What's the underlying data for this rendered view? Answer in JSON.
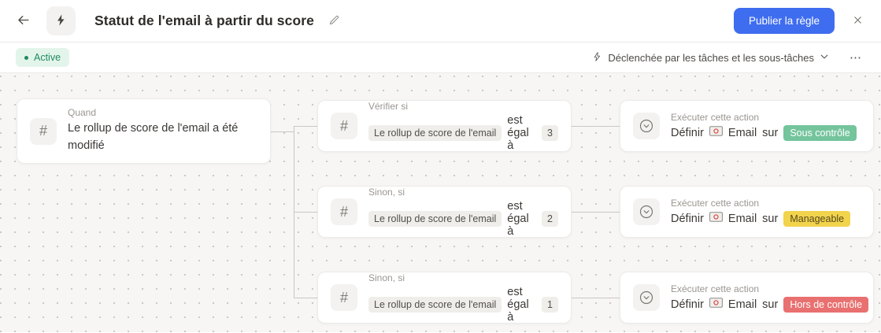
{
  "header": {
    "title": "Statut de l'email à partir du score",
    "publish_button": "Publier la règle"
  },
  "status_bar": {
    "active_label": "Active",
    "trigger_scope": "Déclenchée par les tâches et les sous-tâches",
    "more_icon": "⋯"
  },
  "icons": {
    "number_field": "#"
  },
  "flow": {
    "trigger": {
      "label": "Quand",
      "description": "Le rollup de score de l'email a été modifié"
    },
    "conditions": [
      {
        "label": "Vérifier si",
        "field": "Le rollup de score de l'email",
        "operator": "est égal à",
        "value": "3"
      },
      {
        "label": "Sinon, si",
        "field": "Le rollup de score de l'email",
        "operator": "est égal à",
        "value": "2"
      },
      {
        "label": "Sinon, si",
        "field": "Le rollup de score de l'email",
        "operator": "est égal à",
        "value": "1"
      }
    ],
    "actions": [
      {
        "label": "Exécuter cette action",
        "verb": "Définir",
        "field": "Email",
        "preposition": "sur",
        "status": "Sous contrôle",
        "status_bg": "#74c49c",
        "status_fg": "#ffffff"
      },
      {
        "label": "Exécuter cette action",
        "verb": "Définir",
        "field": "Email",
        "preposition": "sur",
        "status": "Manageable",
        "status_bg": "#f2d34c",
        "status_fg": "#564a1d"
      },
      {
        "label": "Exécuter cette action",
        "verb": "Définir",
        "field": "Email",
        "preposition": "sur",
        "status": "Hors de contrôle",
        "status_bg": "#e97070",
        "status_fg": "#ffffff"
      }
    ]
  },
  "colors": {
    "accent_blue": "#3f6df0",
    "active_green": "#1f8a5e",
    "canvas_bg": "#f8f6f5",
    "connector": "#c9c6c3"
  }
}
